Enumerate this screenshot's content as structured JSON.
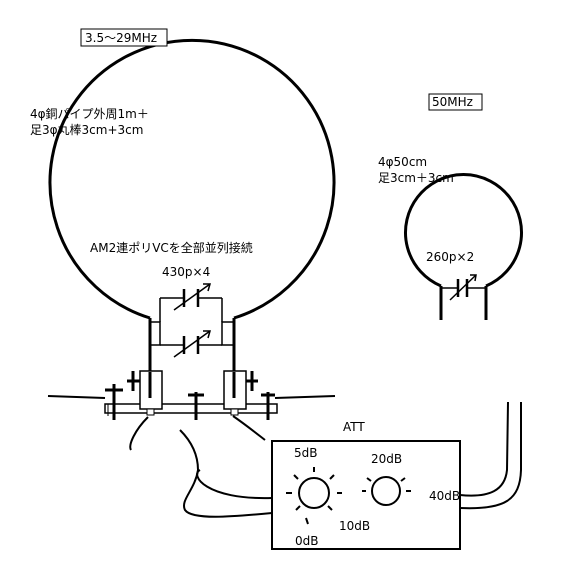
{
  "big_loop": {
    "band_label": "3.5～29MHz",
    "material_line1": "4φ銅パイプ外周1m＋",
    "material_line2": "足3φ丸棒3cm+3cm",
    "vc_note": "AM2連ポリVCを全部並列接続",
    "capacitor": "430p×4"
  },
  "small_loop": {
    "band_label": "50MHz",
    "material_line1": "4φ50cm",
    "material_line2": "足3cm＋3cm",
    "capacitor": "260p×2"
  },
  "attenuator": {
    "title": "ATT",
    "label_5db": "5dB",
    "label_0db": "0dB",
    "label_10db": "10dB",
    "label_20db": "20dB",
    "label_40db": "40dB"
  }
}
